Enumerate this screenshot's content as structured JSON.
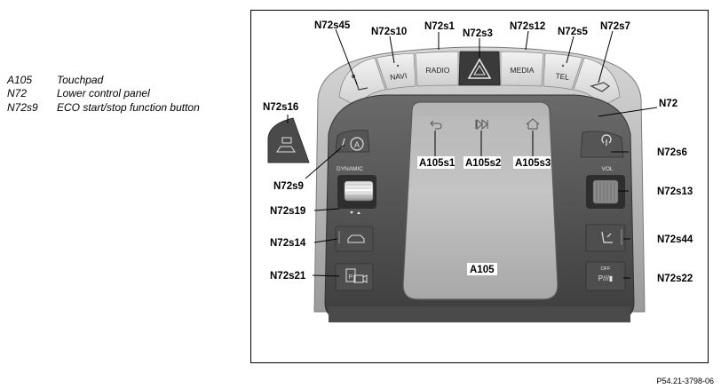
{
  "legend": [
    {
      "code": "A105",
      "desc": "Touchpad"
    },
    {
      "code": "N72",
      "desc": "Lower control panel"
    },
    {
      "code": "N72s9",
      "desc": "ECO start/stop function button"
    }
  ],
  "labels": {
    "n72s45": "N72s45",
    "n72s10": "N72s10",
    "n72s1": "N72s1",
    "n72s3": "N72s3",
    "n72s12": "N72s12",
    "n72s5": "N72s5",
    "n72s7": "N72s7",
    "n72": "N72",
    "n72s16": "N72s16",
    "n72s9": "N72s9",
    "n72s19": "N72s19",
    "n72s14": "N72s14",
    "n72s21": "N72s21",
    "n72s6": "N72s6",
    "n72s13": "N72s13",
    "n72s44": "N72s44",
    "n72s22": "N72s22",
    "a105s1": "A105s1",
    "a105s2": "A105s2",
    "a105s3": "A105s3",
    "a105": "A105"
  },
  "buttons": {
    "navi": "NAVI",
    "radio": "RADIO",
    "media": "MEDIA",
    "tel": "TEL",
    "dynamic": "DYNAMIC",
    "vol": "VOL",
    "off": "OFF"
  },
  "footer": "P54.21-3798-06"
}
